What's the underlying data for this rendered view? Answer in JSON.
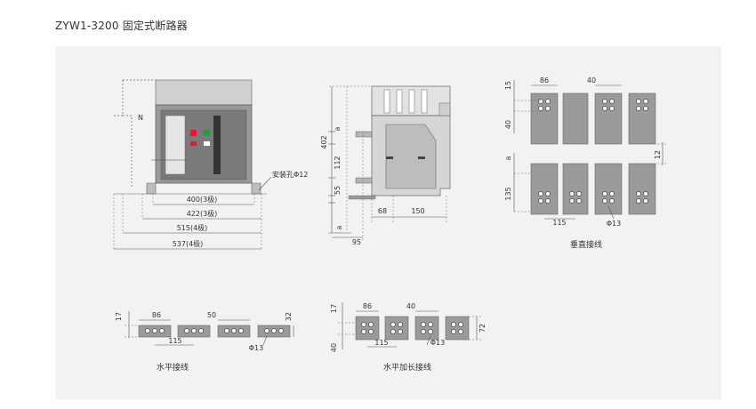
{
  "title": "ZYW1-3200 固定式断路器",
  "front_view": {
    "n_label": "N",
    "hole_label": "安装孔Φ12",
    "dims": [
      "400(3极)",
      "422(3极)",
      "515(4极)",
      "537(4极)"
    ]
  },
  "side_view": {
    "vertical_dims": [
      "402",
      "a",
      "112",
      "55",
      "a"
    ],
    "horizontal_dims": [
      "68",
      "150",
      "95"
    ]
  },
  "vertical_wiring": {
    "caption": "垂直接线",
    "dims": [
      "15",
      "86",
      "40",
      "40",
      "a",
      "12",
      "135",
      "115",
      "Φ13"
    ]
  },
  "horizontal_wiring": {
    "caption": "水平接线",
    "dims": [
      "17",
      "86",
      "50",
      "32",
      "115",
      "Φ13"
    ]
  },
  "horizontal_ext_wiring": {
    "caption": "水平加长接线",
    "dims": [
      "17",
      "86",
      "40",
      "40",
      "115",
      "Φ13",
      "72"
    ]
  },
  "colors": {
    "panel": "#f2f2f2",
    "body_gray": "#9a9a9a",
    "dark_gray": "#6f6f6f",
    "red": "#d3232a",
    "green": "#1e9e3c",
    "line": "#555555"
  }
}
